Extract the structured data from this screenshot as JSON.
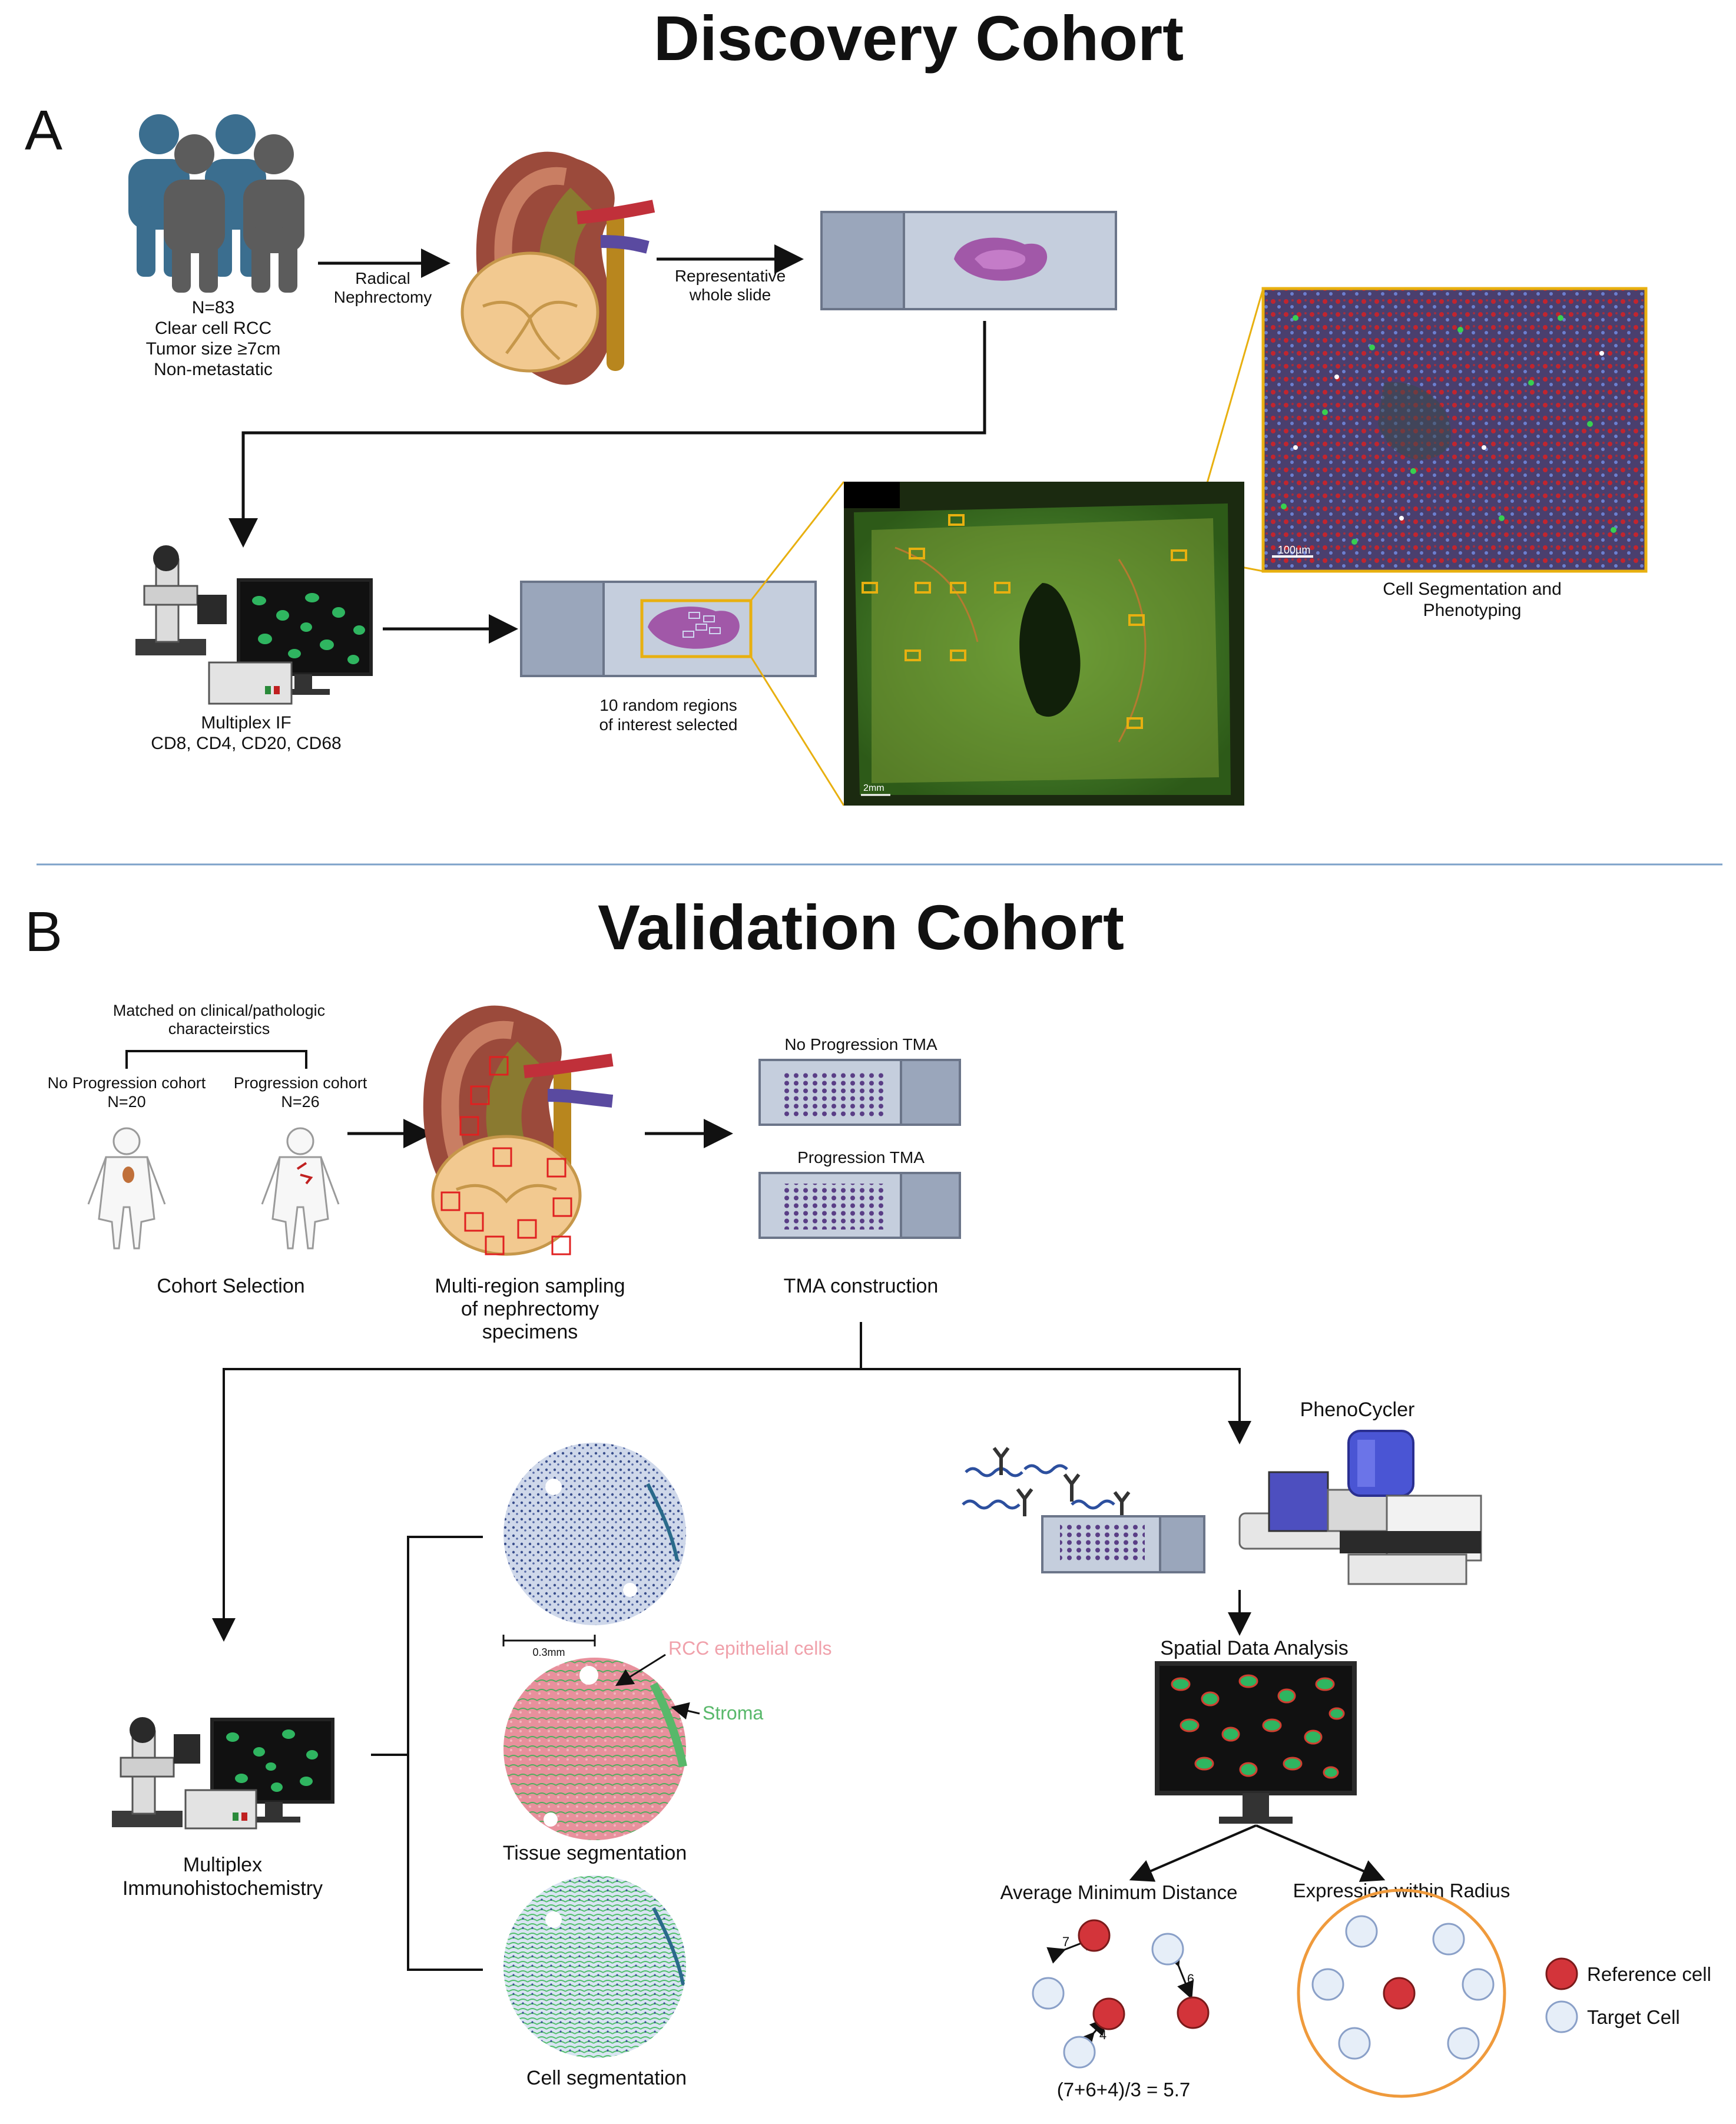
{
  "section_a": {
    "title": "Discovery Cohort",
    "panel_letter": "A",
    "cohort": {
      "lines": [
        "N=83",
        "Clear cell RCC",
        "Tumor size ≥7cm",
        "Non-metastatic"
      ]
    },
    "step_radical": [
      "Radical",
      "Nephrectomy"
    ],
    "step_slide": [
      "Representative",
      "whole slide"
    ],
    "multiplex": [
      "Multiplex IF",
      "CD8, CD4, CD20, CD68"
    ],
    "regions": [
      "10 random regions",
      "of interest selected"
    ],
    "segmentation": [
      "Cell Segmentation and",
      "Phenotyping"
    ],
    "scalebar_small": "100µm",
    "scalebar_large": "2mm"
  },
  "section_b": {
    "title": "Validation Cohort",
    "panel_letter": "B",
    "matched": [
      "Matched on clinical/pathologic",
      "characteirstics"
    ],
    "no_prog_cohort": [
      "No Progression cohort",
      "N=20"
    ],
    "prog_cohort": [
      "Progression cohort",
      "N=26"
    ],
    "cohort_selection": "Cohort Selection",
    "sampling": [
      "Multi-region sampling",
      "of nephrectomy",
      "specimens"
    ],
    "tma_no_prog": "No Progression TMA",
    "tma_prog": "Progression TMA",
    "tma_construction": "TMA construction",
    "phenocycler": "PhenoCycler",
    "spatial": "Spatial Data Analysis",
    "mihc": [
      "Multiplex",
      "Immunohistochemistry"
    ],
    "scale_core": "0.3mm",
    "rcc_label": "RCC epithelial cells",
    "stroma_label": "Stroma",
    "tissue_seg": "Tissue segmentation",
    "cell_seg": "Cell segmentation",
    "avg_min": "Average Minimum Distance",
    "expr_radius": "Expression within Radius",
    "dist_7": "7",
    "dist_6": "6",
    "dist_4": "4",
    "formula": "(7+6+4)/3 = 5.7",
    "legend_ref": "Reference cell",
    "legend_target": "Target Cell"
  },
  "colors": {
    "person_blue": "#3b6e8f",
    "person_grey": "#5c5c5c",
    "orange_box": "#e8b010",
    "divider": "#7da2c9",
    "reference_cell": "#d3343a",
    "target_cell": "#e6eef8",
    "radius_circle": "#ef9a3c",
    "rcc_pink": "#f0a1ab",
    "stroma_green": "#58b86a"
  }
}
